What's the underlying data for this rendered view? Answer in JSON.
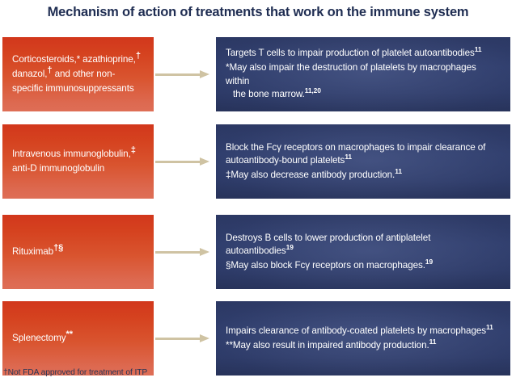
{
  "title": "Mechanism of action of treatments that work on the immune system",
  "colors": {
    "title_text": "#1f2d52",
    "treatment_box_top": "#d2371c",
    "treatment_box_bottom": "#de6e56",
    "mechanism_box": "#2a3763",
    "arrow": "#cfc3a3",
    "background": "#ffffff",
    "footnote_text": "#2a3556"
  },
  "rows": [
    {
      "treatment": "Corticosteroids,* azathioprine,† danazol,† and other non-specific immunosuppressants",
      "treatment_parts": {
        "line1": "Corticosteroids,* azathioprine,",
        "sup1": "†",
        "line2": " danazol,",
        "sup2": "†",
        "line3": " and other non-specific immunosuppressants"
      },
      "mechanism_main": "Targets T cells to impair production of platelet autoantibodies",
      "mechanism_main_ref": "11",
      "mechanism_note": "*May also impair the destruction of platelets by macrophages within",
      "mechanism_note_cont": "the bone marrow.",
      "mechanism_note_ref": "11,20",
      "arrow_label": "arrow-right"
    },
    {
      "treatment": "Intravenous immunoglobulin,‡ anti-D immunoglobulin",
      "treatment_parts": {
        "line1": "Intravenous immunoglobulin,",
        "sup1": "‡",
        "line2": " anti-D immunoglobulin",
        "sup2": "",
        "line3": ""
      },
      "mechanism_main": "Block the Fcγ receptors on macrophages to impair clearance of autoantibody-bound platelets",
      "mechanism_main_ref": "11",
      "mechanism_note": "‡May also decrease antibody production.",
      "mechanism_note_cont": "",
      "mechanism_note_ref": "11",
      "arrow_label": "arrow-right"
    },
    {
      "treatment": "Rituximab†§",
      "treatment_parts": {
        "line1": "Rituximab",
        "sup1": "†§",
        "line2": "",
        "sup2": "",
        "line3": ""
      },
      "mechanism_main": "Destroys B cells to lower production of antiplatelet autoantibodies",
      "mechanism_main_ref": "19",
      "mechanism_note": "§May also block Fcγ receptors on macrophages.",
      "mechanism_note_cont": "",
      "mechanism_note_ref": "19",
      "arrow_label": "arrow-right"
    },
    {
      "treatment": "Splenectomy**",
      "treatment_parts": {
        "line1": "Splenectomy",
        "sup1": "**",
        "line2": "",
        "sup2": "",
        "line3": ""
      },
      "mechanism_main": "Impairs clearance of antibody-coated platelets by macrophages",
      "mechanism_main_ref": "11",
      "mechanism_note": "**May also result in impaired antibody production.",
      "mechanism_note_cont": "",
      "mechanism_note_ref": "11",
      "arrow_label": "arrow-right"
    }
  ],
  "footnote": "†Not FDA approved for treatment of ITP"
}
